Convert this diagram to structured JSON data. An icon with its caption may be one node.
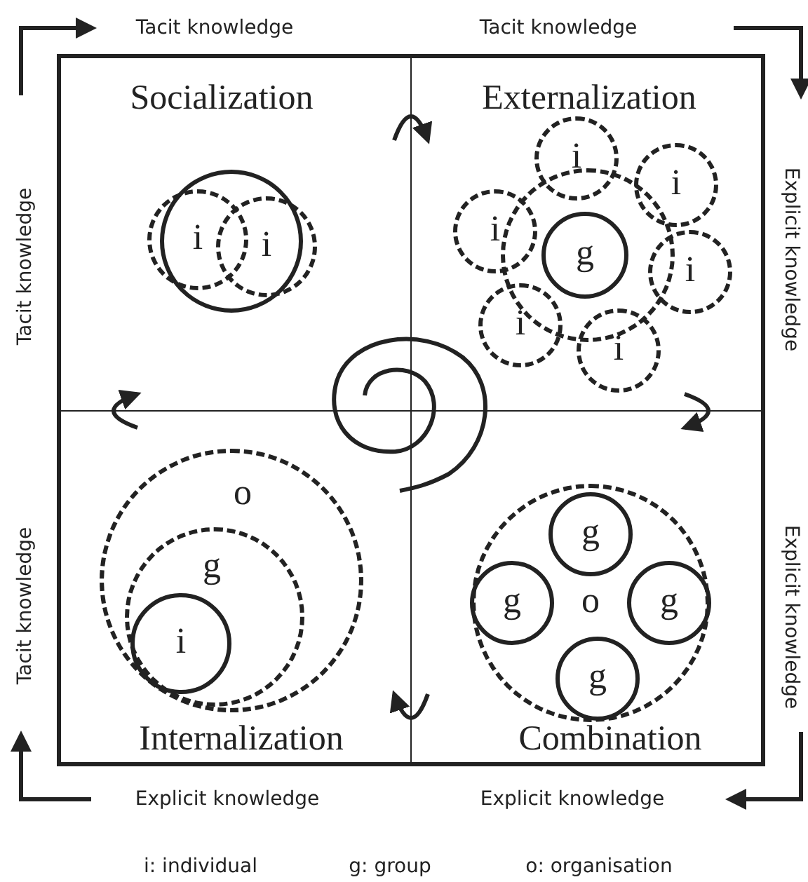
{
  "diagram": {
    "nodes": [
      {
        "text": [
          "Socialization"
        ]
      },
      {
        "text": [
          "Externalization"
        ]
      },
      {
        "text": [
          "Internalization"
        ]
      },
      {
        "text": [
          "Combination"
        ]
      },
      {
        "text": [],
        "shape": "circle",
        "in": 0
      },
      {
        "text": [
          "i"
        ],
        "in": 0
      },
      {
        "text": [
          "i"
        ],
        "in": 0
      },
      {
        "text": [],
        "shape": "circle",
        "in": 1
      },
      {
        "text": [
          "g"
        ],
        "in": 7
      },
      {
        "text": [
          "i"
        ],
        "in": 1
      },
      {
        "text": [
          "i"
        ],
        "in": 1
      },
      {
        "text": [
          "i"
        ],
        "in": 1
      },
      {
        "text": [
          "i"
        ],
        "in": 1
      },
      {
        "text": [
          "i"
        ],
        "in": 1
      },
      {
        "text": [
          "i"
        ],
        "in": 1
      },
      {
        "text": [
          "o"
        ],
        "in": 2
      },
      {
        "text": [
          "g"
        ],
        "in": 15
      },
      {
        "text": [
          "i"
        ],
        "in": 16
      },
      {
        "text": [
          "o"
        ],
        "in": 3
      },
      {
        "text": [
          "g"
        ],
        "in": 18
      },
      {
        "text": [
          "g"
        ],
        "in": 18
      },
      {
        "text": [
          "g"
        ],
        "in": 18
      },
      {
        "text": [
          "g"
        ],
        "in": 18
      }
    ],
    "edges": [
      {
        "from": 0,
        "to": 1,
        "arrow": "to"
      },
      {
        "from": 1,
        "to": 3,
        "arrow": "to"
      },
      {
        "from": 3,
        "to": 2,
        "arrow": "to"
      },
      {
        "from": 2,
        "to": 0,
        "arrow": "to"
      }
    ],
    "labels": [
      "Tacit knowledge",
      "Tacit knowledge",
      "Tacit knowledge",
      "Explicit knowledge",
      "Tacit knowledge",
      "Explicit knowledge",
      "Explicit knowledge",
      "Explicit knowledge",
      "i: individual",
      "g: group",
      "o: organisation"
    ]
  }
}
